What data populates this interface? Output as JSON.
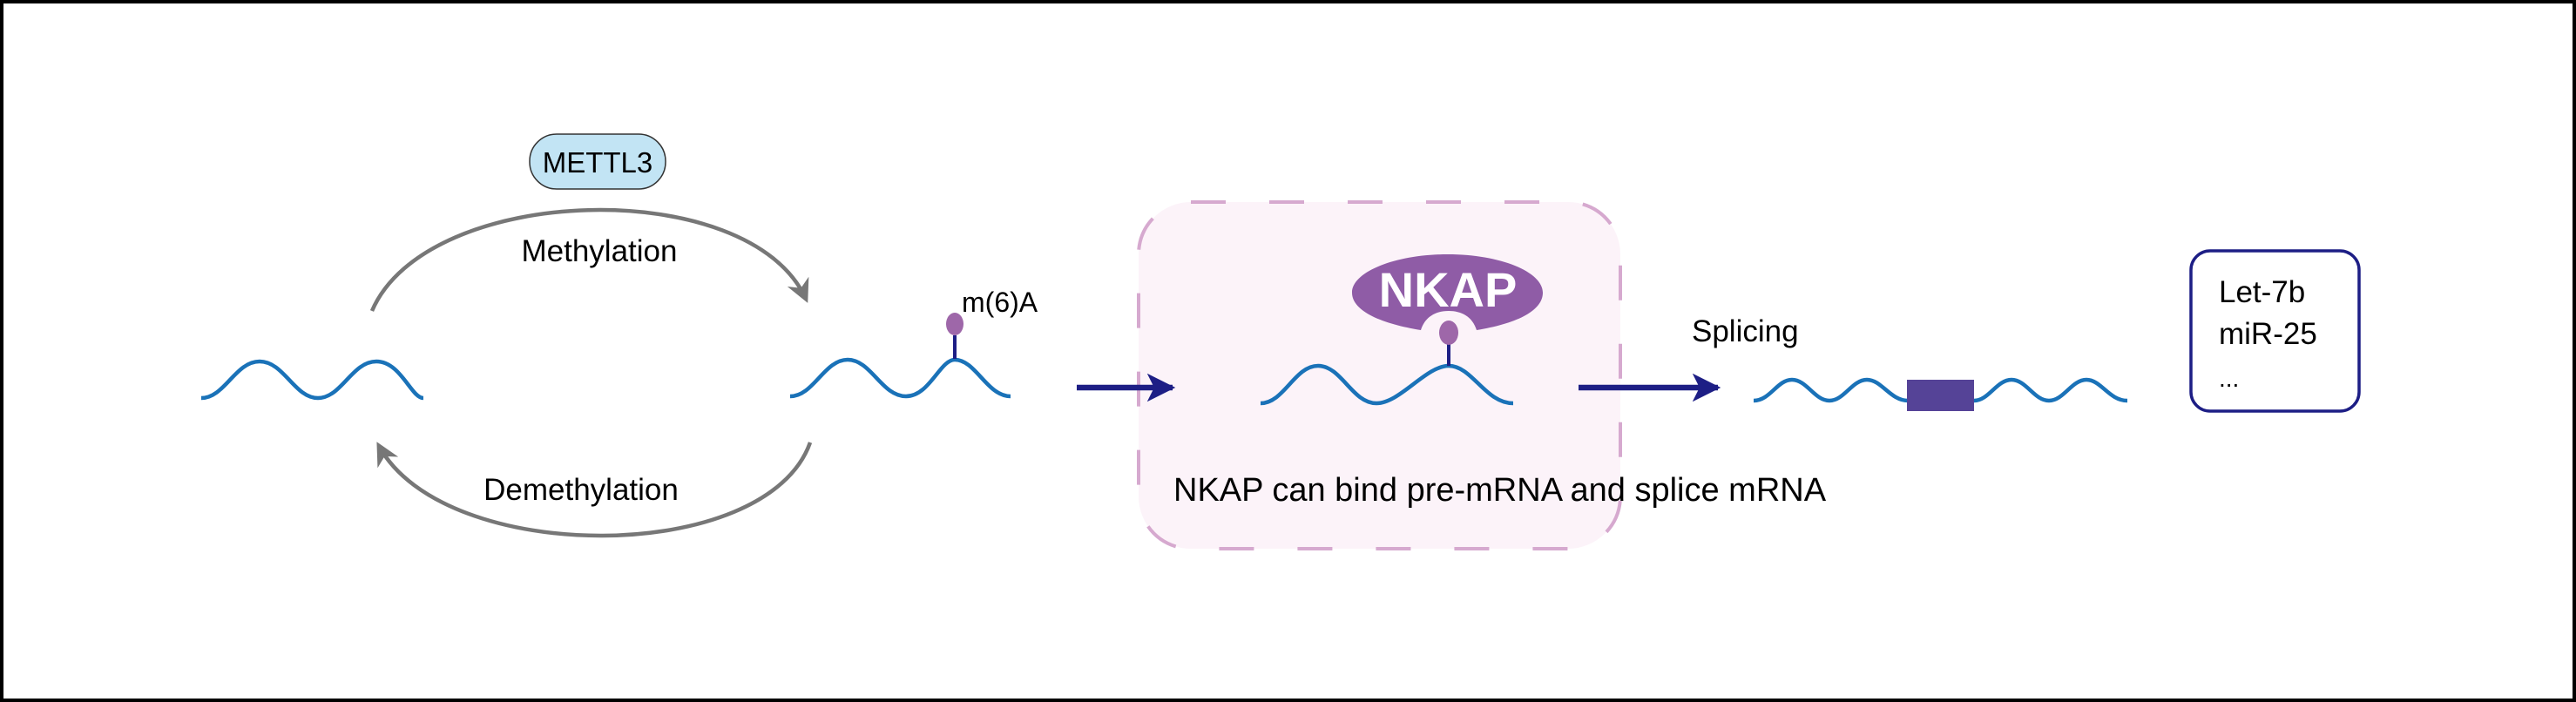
{
  "figure": {
    "title": "m6A methylation and NKAP-mediated splicing pathway",
    "enzyme": {
      "label": "METTL3",
      "fill": "#c2e4f4"
    },
    "cycle": {
      "forward_label": "Methylation",
      "reverse_label": "Demethylation"
    },
    "modification": {
      "label": "m(6)A",
      "marker_color": "#9e67a9"
    },
    "binding_step": {
      "protein_label": "NKAP",
      "protein_color": "#8f5ca6",
      "caption": "NKAP can bind pre-mRNA and splice mRNA",
      "box_fill": "#fcf3f9",
      "box_border": "#d6a9cf"
    },
    "splicing_step": {
      "label": "Splicing",
      "exon_color": "#554397"
    },
    "products": {
      "items": [
        "Let-7b",
        "miR-25",
        "..."
      ],
      "border_color": "#1d1e85"
    },
    "colors": {
      "rna": "#1a72b8",
      "arc": "#777777",
      "flow_arrow": "#1d1e85"
    }
  }
}
